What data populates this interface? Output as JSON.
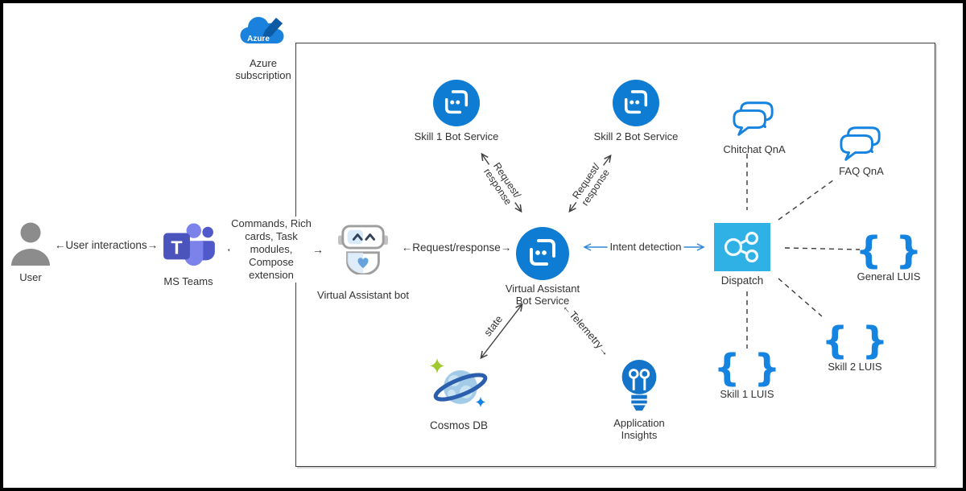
{
  "nodes": {
    "user": {
      "label": "User"
    },
    "ms_teams": {
      "label": "MS Teams"
    },
    "azure_subscription": {
      "label": "Azure\nsubscription",
      "badge": "Azure"
    },
    "virtual_assistant_bot": {
      "label": "Virtual Assistant bot"
    },
    "va_bot_service": {
      "label": "Virtual Assistant\nBot Service"
    },
    "skill1_bot": {
      "label": "Skill 1 Bot Service"
    },
    "skill2_bot": {
      "label": "Skill 2 Bot Service"
    },
    "dispatch": {
      "label": "Dispatch"
    },
    "chitchat_qna": {
      "label": "Chitchat QnA"
    },
    "faq_qna": {
      "label": "FAQ QnA"
    },
    "general_luis": {
      "label": "General LUIS"
    },
    "skill2_luis": {
      "label": "Skill 2 LUIS"
    },
    "skill1_luis": {
      "label": "Skill 1 LUIS"
    },
    "cosmos_db": {
      "label": "Cosmos DB"
    },
    "app_insights": {
      "label": "Application\nInsights"
    }
  },
  "edges": {
    "user_interactions": "←User interactions→",
    "teams_left_arrow": "←",
    "commands": "Commands, Rich\ncards, Task\nmodules,\nCompose\nextension",
    "teams_right_arrow": "→",
    "request_response": "←Request/response→",
    "intent_detection": "Intent detection",
    "skill1_request": "Request/\nresponse",
    "skill2_request": "Request/\nresponse",
    "state": "state",
    "telemetry": "←Telemetry→"
  },
  "glyphs": {
    "brace_open": "{",
    "brace_close": "}",
    "teams_t": "T"
  },
  "colors": {
    "text": "#333333",
    "line_dark": "#404040",
    "bot_blue": "#0d7cd2",
    "dispatch_cyan": "#2fb1e6",
    "outline_blue": "#1583e0",
    "intent_blue": "#3087d9",
    "teams_dark": "#4b53bc",
    "teams_mid": "#7b83eb",
    "teams_right": "#5059c9",
    "azure_cloud": "#1a82dc",
    "azure_pencil": "#0c59a4",
    "cosmos_ring": "#2b5fad",
    "cosmos_planet": "#a3cbe8",
    "cosmos_patch": "#c8e3f3",
    "cosmos_star_green": "#9fc92f",
    "insights_blue": "#1374c9",
    "user_gray": "#8c8c8c",
    "robot_gray": "#9e9e9e",
    "robot_blue": "#d9eafa",
    "robot_heart": "#66a3dd"
  }
}
